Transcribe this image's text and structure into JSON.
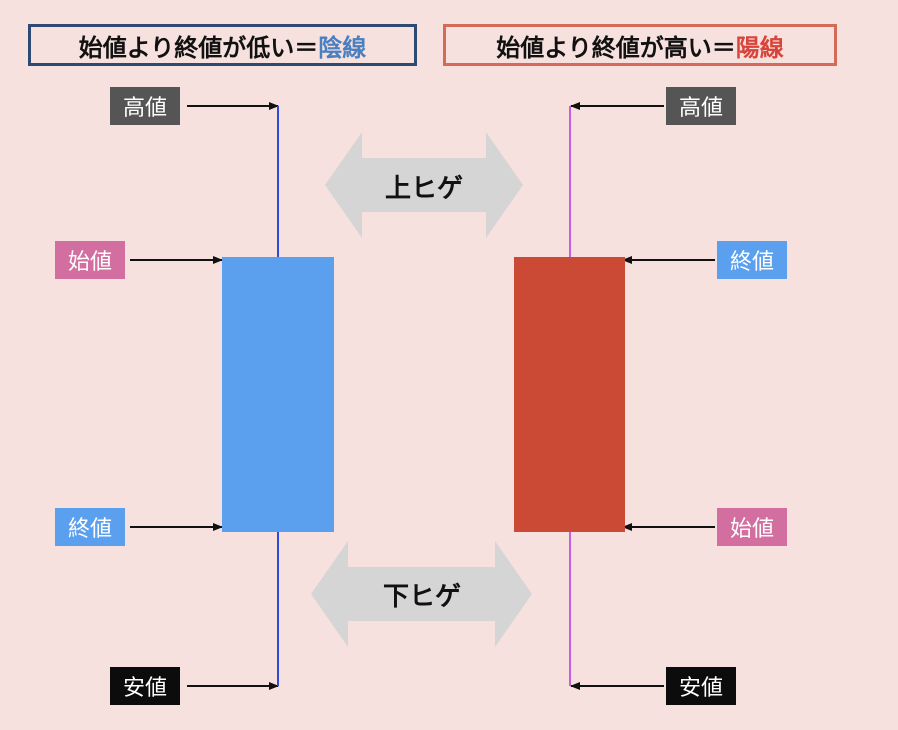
{
  "titles": {
    "bearish_prefix": "始値より終値が低い＝",
    "bearish_term": "陰線",
    "bullish_prefix": "始値より終値が高い＝",
    "bullish_term": "陽線"
  },
  "left_candle": {
    "high_label": "高値",
    "open_label": "始値",
    "close_label": "終値",
    "low_label": "安値"
  },
  "right_candle": {
    "high_label": "高値",
    "close_label": "終値",
    "open_label": "始値",
    "low_label": "安値"
  },
  "wick_arrows": {
    "upper": "上ヒゲ",
    "lower": "下ヒゲ"
  },
  "colors": {
    "background": "#f6e1de",
    "bearish_body": "#5aa0ef",
    "bullish_body": "#cb4a36",
    "bearish_wick": "#2f4bdc",
    "bullish_wick": "#c45fe6",
    "bearish_accent": "#4a7fc0",
    "bullish_accent": "#d9443a"
  }
}
